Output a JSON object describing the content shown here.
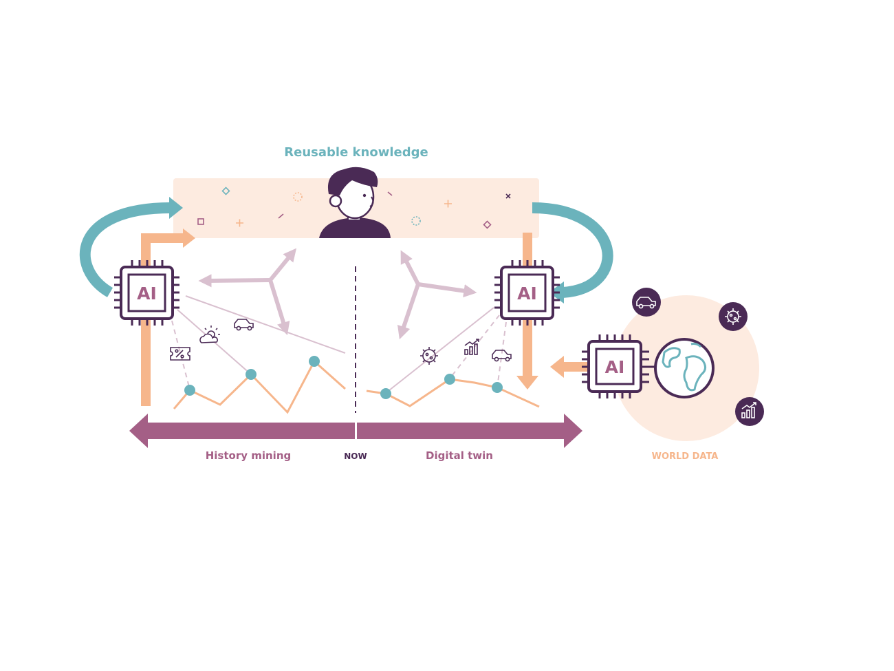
{
  "title": "Reusable knowledge",
  "chips": {
    "left": "AI",
    "right": "AI",
    "world": "AI"
  },
  "timeline": {
    "past_label": "History mining",
    "now_label": "NOW",
    "future_label": "Digital twin"
  },
  "world": {
    "label": "WORLD DATA",
    "icons": [
      "car-icon",
      "virus-icon",
      "growth-chart-icon",
      "globe-icon"
    ]
  },
  "icons": {
    "history": [
      "discount-ticket-icon",
      "weather-icon",
      "car-icon"
    ],
    "twin": [
      "virus-icon",
      "growth-chart-icon",
      "car-icon"
    ]
  },
  "colors": {
    "teal": "#6bb3bc",
    "purple": "#4a2a55",
    "mauve": "#a45f86",
    "peach": "#f6b68c",
    "peach_light": "#fdebe0",
    "lilac": "#d9c0cf"
  }
}
